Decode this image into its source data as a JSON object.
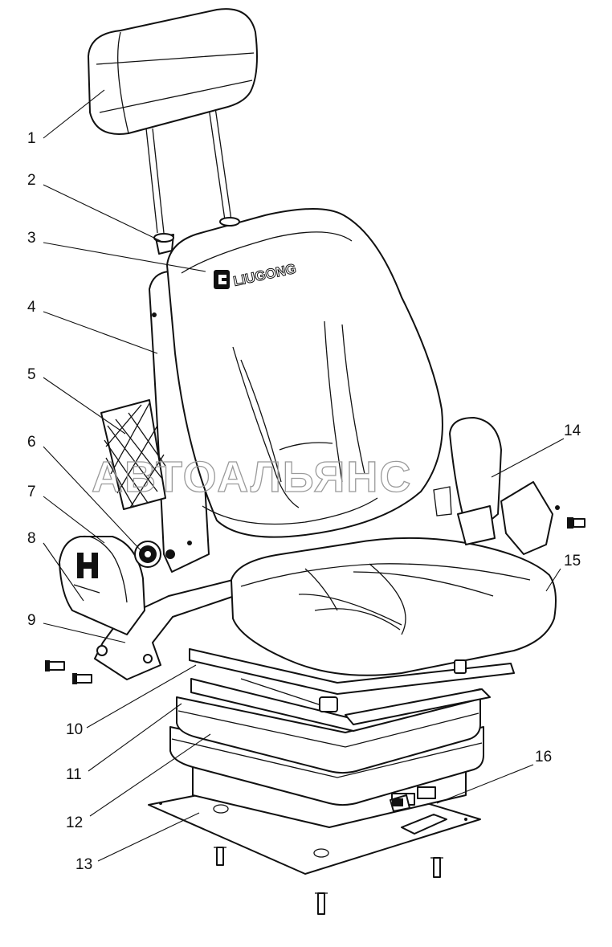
{
  "diagram": {
    "brand_text": "LIUGONG",
    "watermark_text": "АВТОАЛЬЯНС",
    "callouts": [
      {
        "id": "1",
        "label": "1"
      },
      {
        "id": "2",
        "label": "2"
      },
      {
        "id": "3",
        "label": "3"
      },
      {
        "id": "4",
        "label": "4"
      },
      {
        "id": "5",
        "label": "5"
      },
      {
        "id": "6",
        "label": "6"
      },
      {
        "id": "7",
        "label": "7"
      },
      {
        "id": "8",
        "label": "8"
      },
      {
        "id": "9",
        "label": "9"
      },
      {
        "id": "10",
        "label": "10"
      },
      {
        "id": "11",
        "label": "11"
      },
      {
        "id": "12",
        "label": "12"
      },
      {
        "id": "13",
        "label": "13"
      },
      {
        "id": "14",
        "label": "14"
      },
      {
        "id": "15",
        "label": "15"
      },
      {
        "id": "16",
        "label": "16"
      }
    ],
    "colors": {
      "line": "#111111",
      "background": "#ffffff",
      "watermark": "#9a9a9a"
    }
  }
}
